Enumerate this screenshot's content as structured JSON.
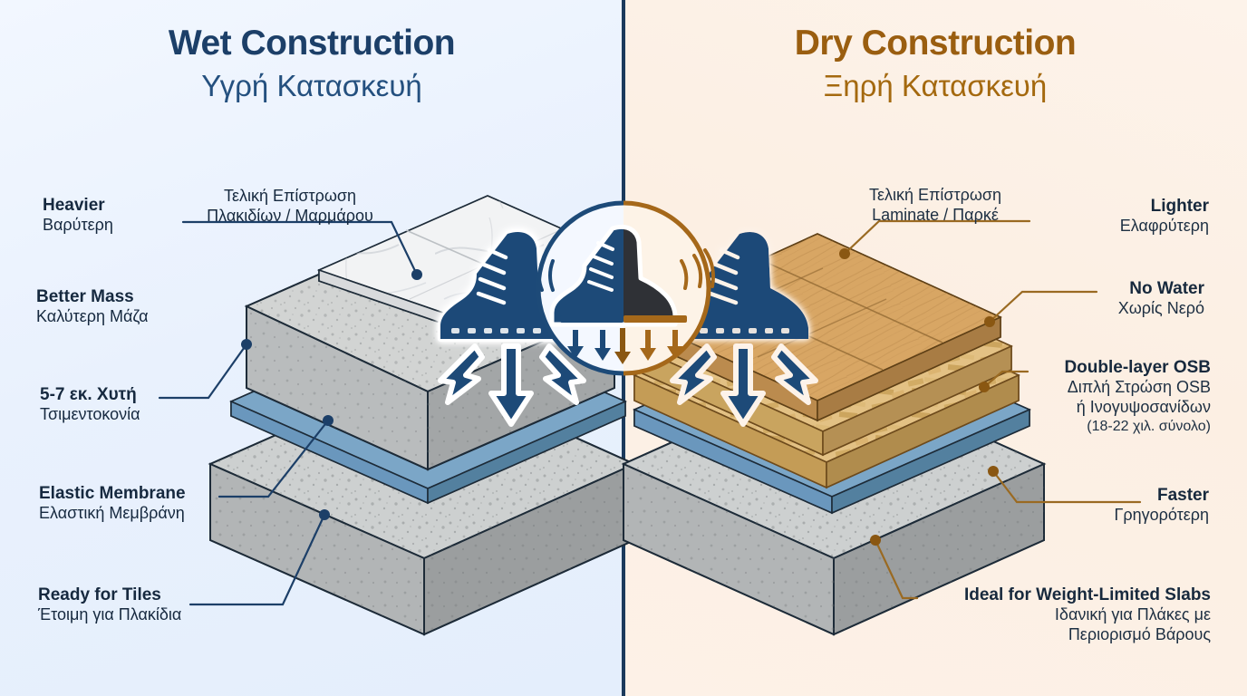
{
  "colors": {
    "bg_left": "#e9f1fd",
    "bg_right": "#fcefe3",
    "divider": "#1b3a5c",
    "accent_blue": "#1c3f68",
    "accent_brown": "#9a5e10",
    "concrete": "#b9bcbd",
    "membrane": "#7ba3c4",
    "screed": "#cfd2d1",
    "marble": "#f1f2f3",
    "wood": "#d3a05e",
    "osb": "#e0be7c"
  },
  "left_panel": {
    "title_en": "Wet Construction",
    "title_gr": "Υγρή Κατασκευή",
    "top_callout": {
      "line1": "Τελική Επίστρωση",
      "line2": "Πλακιδίων / Μαρμάρου"
    },
    "labels": [
      {
        "en": "Heavier",
        "gr": "Βαρύτερη",
        "has_leader": false
      },
      {
        "en": "Better Mass",
        "gr": "Καλύτερη Μάζα",
        "has_leader": false
      },
      {
        "en": "5-7 εκ. Χυτή",
        "gr": "Τσιμεντοκονία",
        "has_leader": true
      },
      {
        "en": "Elastic Membrane",
        "gr": "Ελαστική Μεμβράνη",
        "has_leader": true
      },
      {
        "en": "Ready for Tiles",
        "gr": "Έτοιμη για Πλακίδια",
        "has_leader": true
      }
    ]
  },
  "right_panel": {
    "title_en": "Dry Construction",
    "title_gr": "Ξηρή Κατασκευή",
    "top_callout": {
      "line1": "Τελική Επίστρωση",
      "line2": "Laminate / Παρκέ"
    },
    "labels": [
      {
        "en": "Lighter",
        "gr": "Ελαφρύτερη",
        "has_leader": false,
        "extra": []
      },
      {
        "en": "No Water",
        "gr": "Χωρίς Νερό",
        "has_leader": true,
        "extra": []
      },
      {
        "en": "Double-layer OSB",
        "gr": "Διπλή Στρώση OSB",
        "has_leader": true,
        "extra": [
          "ή Ινογυψοσανίδων",
          "(18-22 χιλ. σύνολο)"
        ]
      },
      {
        "en": "Faster",
        "gr": "Γρηγορότερη",
        "has_leader": true,
        "extra": []
      },
      {
        "en": "Ideal for Weight-Limited Slabs",
        "gr": "Ιδανική για Πλάκες με",
        "has_leader": true,
        "extra": [
          "Περιορισμό Βάρους"
        ]
      }
    ]
  },
  "center_badge": {
    "icon": "split-work-boot-icon",
    "description": "boot on floor with downward impact arrows"
  },
  "icons": {
    "boot_left": "work-boot-icon",
    "boot_right": "work-boot-icon",
    "arrows": "impact-arrows-icon"
  }
}
